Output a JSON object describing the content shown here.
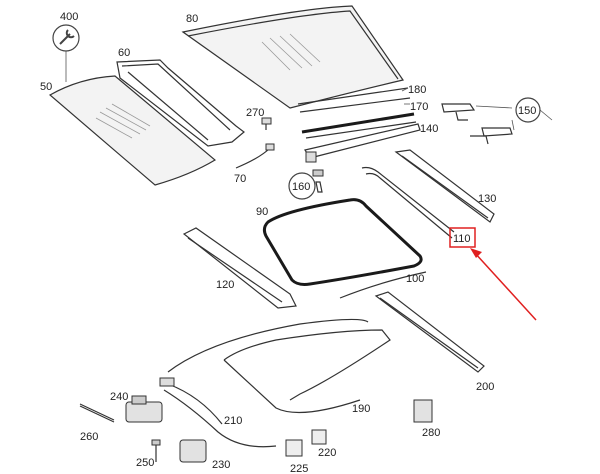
{
  "parts": {
    "p400": "400",
    "p80": "80",
    "p60": "60",
    "p50": "50",
    "p270": "270",
    "p180": "180",
    "p170": "170",
    "p140": "140",
    "p150": "150",
    "p70": "70",
    "p160": "160",
    "p130": "130",
    "p90": "90",
    "p110": "110",
    "p120": "120",
    "p100": "100",
    "p200": "200",
    "p190": "190",
    "p240": "240",
    "p210": "210",
    "p260": "260",
    "p280": "280",
    "p220": "220",
    "p250": "250",
    "p230": "230",
    "p225": "225"
  },
  "highlight": {
    "part": "110",
    "box_color": "#e02020",
    "arrow_color": "#e02020"
  }
}
